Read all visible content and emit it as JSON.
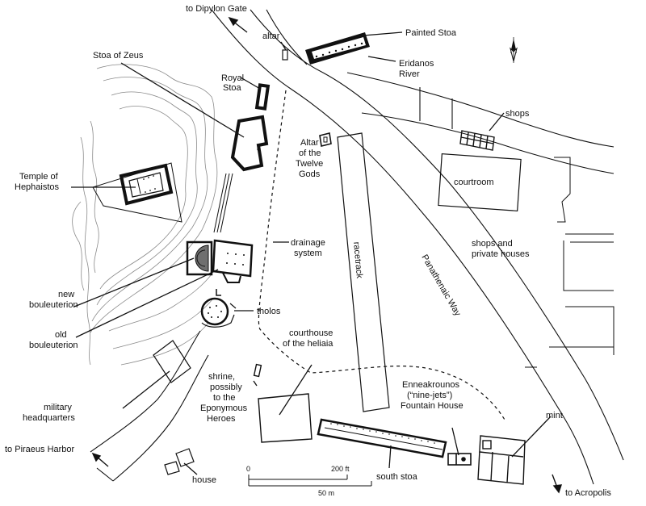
{
  "labels": {
    "dipylon": "to Dipylon Gate",
    "altar": "altar",
    "painted_stoa": "Painted Stoa",
    "eridanos": [
      "Eridanos",
      "River"
    ],
    "stoa_zeus": "Stoa of Zeus",
    "royal_stoa": [
      "Royal",
      "Stoa"
    ],
    "shops": "shops",
    "altar_twelve": [
      "Altar",
      "of the",
      "Twelve",
      "Gods"
    ],
    "temple": [
      "Temple of",
      "Hephaistos"
    ],
    "courtroom": "courtroom",
    "drainage": [
      "drainage",
      "system"
    ],
    "shops_private": [
      "shops and",
      "private houses"
    ],
    "racetrack": "racetrack",
    "panathenaic": "Panathenaic Way",
    "new_bouleuterion": [
      "new",
      "bouleuterion"
    ],
    "tholos": "tholos",
    "old_bouleuterion": [
      "old",
      "bouleuterion"
    ],
    "courthouse": [
      "courthouse",
      "of the heliaia"
    ],
    "shrine": [
      "shrine,",
      "possibly",
      "to the",
      "Eponymous",
      "Heroes"
    ],
    "enneakrounos": [
      "Enneakrounos",
      "(“nine-jets”)",
      "Fountain House"
    ],
    "military": [
      "military",
      "headquarters"
    ],
    "mint": "mint",
    "piraeus": "to Piraeus Harbor",
    "house": "house",
    "south_stoa": "south stoa",
    "acropolis": "to Acropolis"
  },
  "scale": {
    "zero": "0",
    "feet": "200 ft",
    "meters": "50 m"
  },
  "icons": {
    "compass": "north-arrow-icon"
  }
}
